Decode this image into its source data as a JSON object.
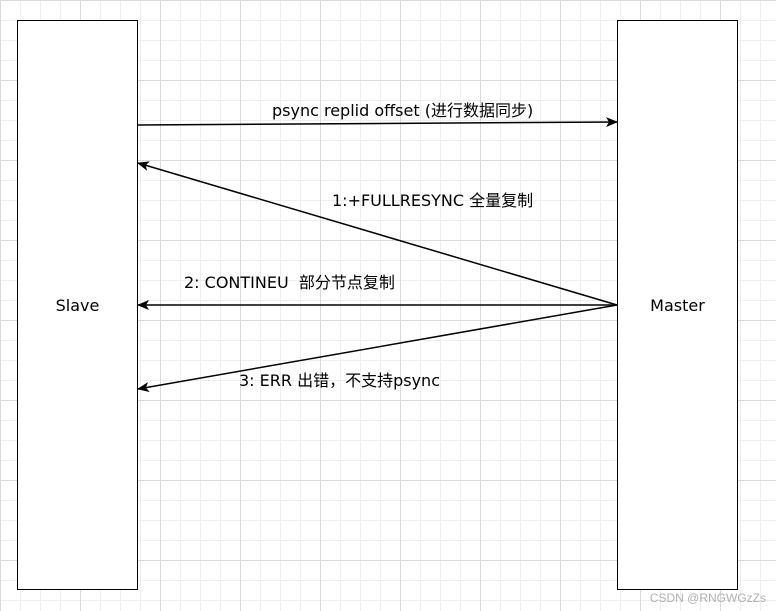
{
  "participants": {
    "slave": "Slave",
    "master": "Master"
  },
  "messages": [
    {
      "from": "slave",
      "to": "master",
      "label": "psync replid offset (进行数据同步)"
    },
    {
      "from": "master",
      "to": "slave",
      "label": "1:+FULLRESYNC 全量复制"
    },
    {
      "from": "master",
      "to": "slave",
      "label": "2: CONTINEU  部分节点复制"
    },
    {
      "from": "master",
      "to": "slave",
      "label": "3: ERR 出错，不支持psync"
    }
  ],
  "watermark": "CSDN @RNGWGzZs"
}
